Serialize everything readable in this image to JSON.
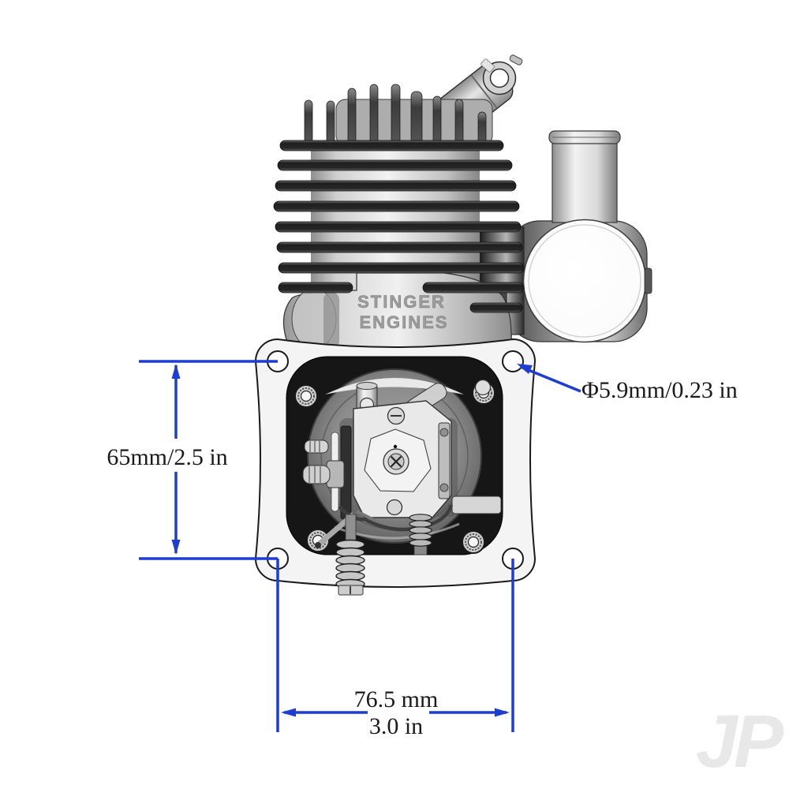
{
  "figure": {
    "description": "CAD rendering, bottom view of single-cylinder gas engine with carburetor and mounting dimensions"
  },
  "colors": {
    "dimension": "#1e3ed2",
    "label_text": "#1a1a1a",
    "watermark": "#e8e8e8",
    "background": "#ffffff"
  },
  "annotations": {
    "height_dim": "65mm/2.5 in",
    "bolt_diameter": "Φ5.9mm/0.23 in",
    "width_mm": "76.5 mm",
    "width_in": "3.0 in"
  },
  "engine": {
    "brand_line1": "STINGER",
    "brand_line2": "ENGINES"
  },
  "watermark": "JP"
}
